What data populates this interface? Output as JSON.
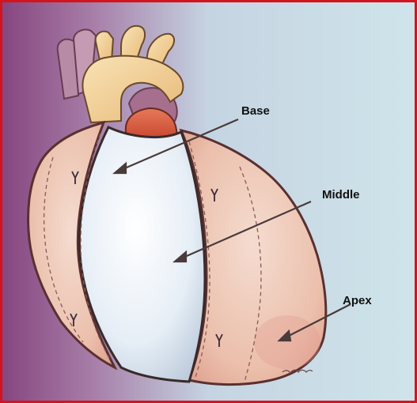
{
  "labels": {
    "base": "Base",
    "middle": "Middle",
    "apex": "Apex"
  },
  "colors": {
    "frame_border": "#d2141e",
    "background_left": "#8a4a84",
    "background_right": "#cfe3ea",
    "heart_tissue": "#ecc0ae",
    "wrap_membrane": "#e3ecf4",
    "aorta": "#f2d39a",
    "pulmonary_vessels": "#b98aa6",
    "outline": "#4a2a2a",
    "arrow": "#4a3a3a"
  }
}
